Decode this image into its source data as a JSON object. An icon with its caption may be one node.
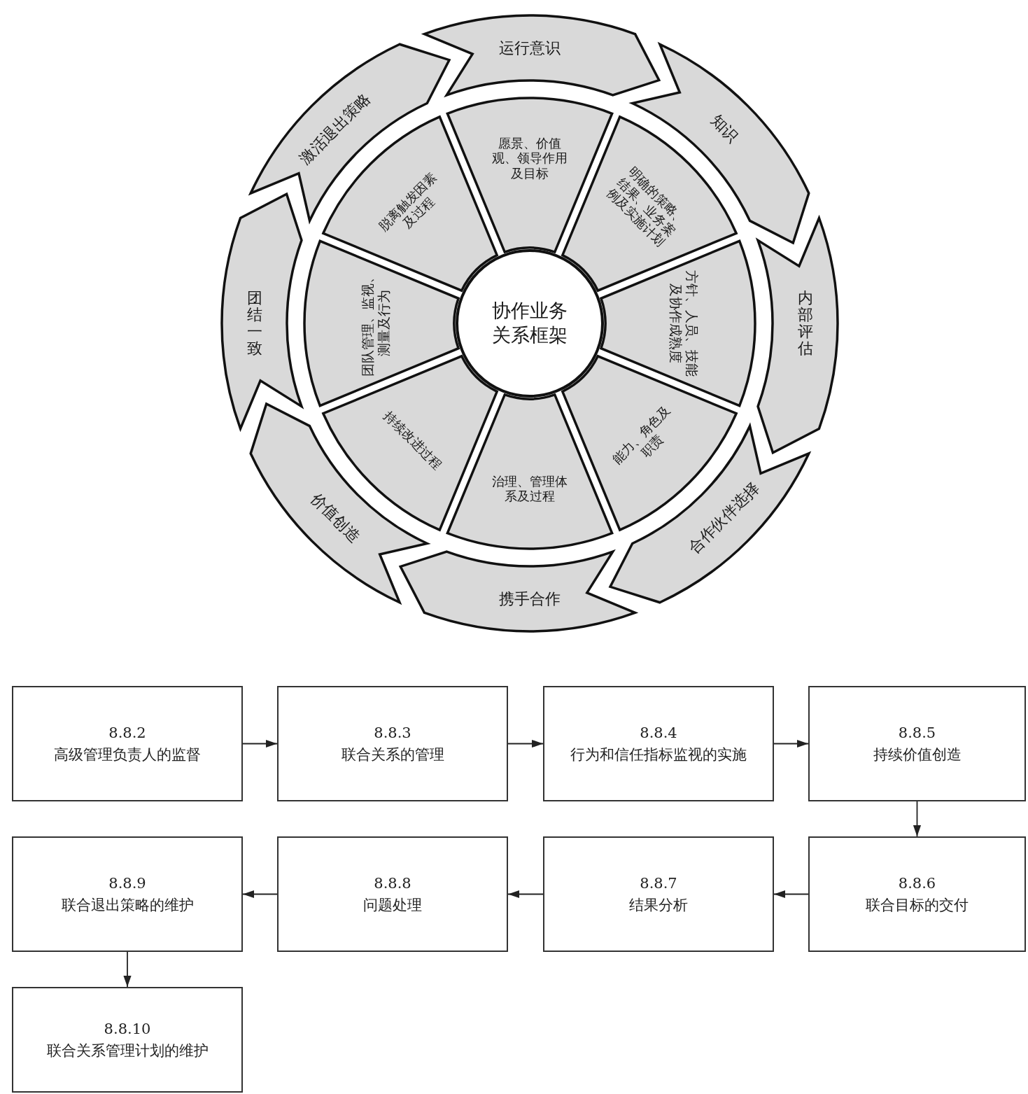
{
  "diagram": {
    "nodes": [
      {
        "text": [
          "协作业务关系框架"
        ]
      },
      {
        "text": [
          "愿景、价值观、领导作用及目标"
        ]
      },
      {
        "text": [
          "明确的策略、结果、业务案例及实施计划"
        ]
      },
      {
        "text": [
          "方针、人员、技能及协作成熟度"
        ]
      },
      {
        "text": [
          "能力、角色及职责"
        ]
      },
      {
        "text": [
          "治理、管理体系及过程"
        ]
      },
      {
        "text": [
          "持续改进过程"
        ]
      },
      {
        "text": [
          "团队管理、监视、测量及行为"
        ]
      },
      {
        "text": [
          "脱离触发因素及过程"
        ]
      },
      {
        "text": [
          "运行意识"
        ]
      },
      {
        "text": [
          "知识"
        ]
      },
      {
        "text": [
          "内部评估"
        ]
      },
      {
        "text": [
          "合作伙伴选择"
        ]
      },
      {
        "text": [
          "携手合作"
        ]
      },
      {
        "text": [
          "价值创造"
        ]
      },
      {
        "text": [
          "团结一致"
        ]
      },
      {
        "text": [
          "激活退出策略"
        ]
      },
      {
        "text": [
          "8.8.2",
          "高级管理负责人的监督"
        ]
      },
      {
        "text": [
          "8.8.3",
          "联合关系的管理"
        ]
      },
      {
        "text": [
          "8.8.4",
          "行为和信任指标监视的实施"
        ]
      },
      {
        "text": [
          "8.8.5",
          "持续价值创造"
        ]
      },
      {
        "text": [
          "8.8.6",
          "联合目标的交付"
        ]
      },
      {
        "text": [
          "8.8.7",
          "结果分析"
        ]
      },
      {
        "text": [
          "8.8.8",
          "问题处理"
        ]
      },
      {
        "text": [
          "8.8.9",
          "联合退出策略的维护"
        ]
      },
      {
        "text": [
          "8.8.10",
          "联合关系管理计划的维护"
        ]
      }
    ],
    "edges": [
      {
        "from": 17,
        "to": 18,
        "arrow": "to"
      },
      {
        "from": 18,
        "to": 19,
        "arrow": "to"
      },
      {
        "from": 19,
        "to": 20,
        "arrow": "to"
      },
      {
        "from": 20,
        "to": 21,
        "arrow": "to"
      },
      {
        "from": 21,
        "to": 22,
        "arrow": "to"
      },
      {
        "from": 22,
        "to": 23,
        "arrow": "to"
      },
      {
        "from": 23,
        "to": 24,
        "arrow": "to"
      },
      {
        "from": 24,
        "to": 25,
        "arrow": "to"
      }
    ]
  }
}
